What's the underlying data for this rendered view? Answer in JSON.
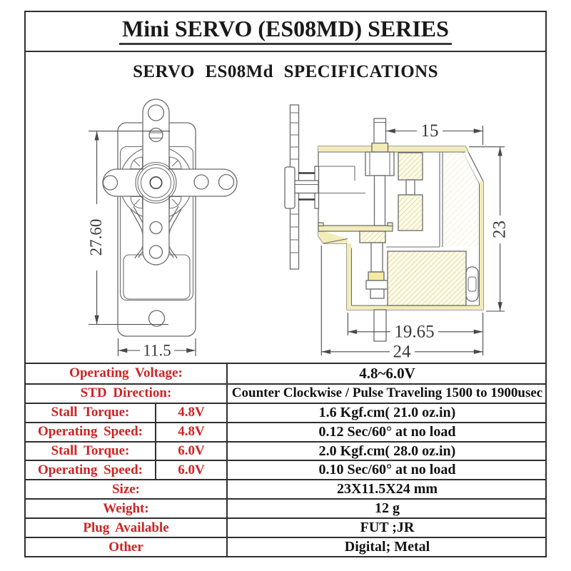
{
  "header": {
    "title": "Mini SERVO (ES08MD) SERIES",
    "subtitle": "SERVO ES08Md  SPECIFICATIONS"
  },
  "drawing": {
    "front_view": {
      "height_dim": "27.60",
      "width_dim": "11.5"
    },
    "side_view": {
      "shaft_offset_dim": "15",
      "height_dim": "23",
      "lower_length_dim": "19.65",
      "overall_length_dim": "24"
    }
  },
  "table": {
    "rows": [
      {
        "label": "Operating Voltage:",
        "sub": null,
        "value": "4.8~6.0V"
      },
      {
        "label": "STD  Direction:",
        "sub": null,
        "value": "Counter Clockwise / Pulse Traveling 1500 to 1900usec"
      },
      {
        "label": "Stall  Torque:",
        "sub": "4.8V",
        "value": "1.6 Kgf.cm( 21.0 oz.in)"
      },
      {
        "label": "Operating Speed:",
        "sub": "4.8V",
        "value": "0.12 Sec/60° at no load"
      },
      {
        "label": "Stall  Torque:",
        "sub": "6.0V",
        "value": "2.0 Kgf.cm( 28.0 oz.in)"
      },
      {
        "label": "Operating Speed:",
        "sub": "6.0V",
        "value": "0.10 Sec/60° at no load"
      },
      {
        "label": "Size:",
        "sub": null,
        "value": "23X11.5X24 mm"
      },
      {
        "label": "Weight:",
        "sub": null,
        "value": "12 g"
      },
      {
        "label": "Plug  Available",
        "sub": null,
        "value": "FUT ;JR"
      },
      {
        "label": "Other",
        "sub": null,
        "value": "Digital; Metal"
      }
    ]
  },
  "colors": {
    "label_red": "#cf2424",
    "line_dark": "#2f2f2f",
    "drawing_gray": "#6a6a6a",
    "section_yellow": "#f2ecba",
    "hatch_yellow": "#ddd08a"
  }
}
